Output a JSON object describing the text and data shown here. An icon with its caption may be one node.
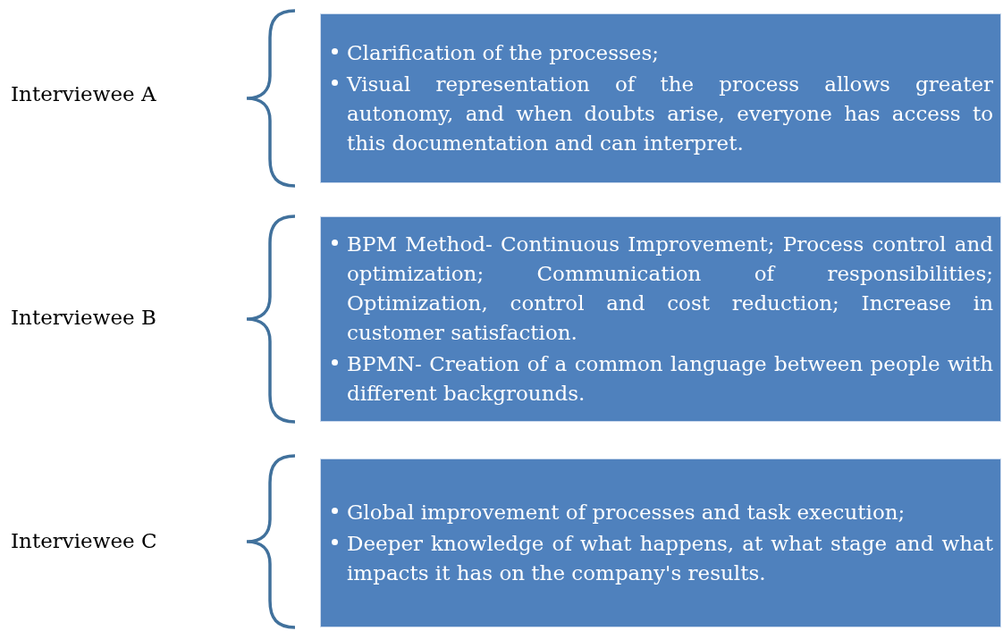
{
  "diagram": {
    "nodes": [
      {
        "text": [
          "Clarification of the processes;",
          "Visual representation of the process allows greater autonomy, and when doubts arise, everyone has access to this documentation and can interpret."
        ]
      },
      {
        "text": [
          "BPM Method- Continuous Improvement; Process control and optimization; Communication of responsibilities; Optimization, control and cost reduction; Increase in customer satisfaction.",
          "BPMN- Creation of a common language between people with different backgrounds."
        ]
      },
      {
        "text": [
          "Global improvement of processes and task execution;",
          "Deeper knowledge of what happens, at what stage and what impacts it has on the company's results."
        ]
      }
    ],
    "labels": [
      "Interviewee A",
      "Interviewee B",
      "Interviewee C"
    ]
  }
}
